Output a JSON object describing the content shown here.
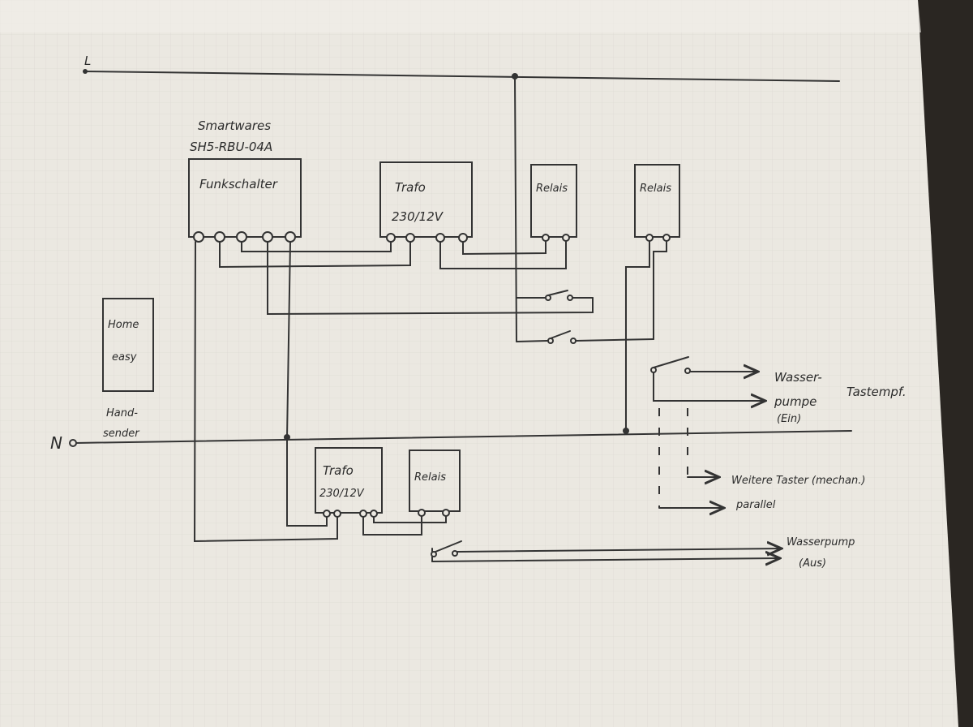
{
  "rails": {
    "phase": "L",
    "neutral": "N"
  },
  "devices": {
    "funkschalter": {
      "maker": "Smartwares",
      "model": "SH5-RBU-04A",
      "label": "Funkschalter"
    },
    "trafo_top": {
      "label": "Trafo",
      "rating": "230/12V"
    },
    "relais_1": {
      "label": "Relais"
    },
    "relais_2": {
      "label": "Relais"
    },
    "home_easy": {
      "line1": "Home",
      "line2": "easy"
    },
    "handsender": {
      "line1": "Hand-",
      "line2": "sender"
    },
    "trafo_bottom": {
      "label": "Trafo",
      "rating": "230/12V"
    },
    "relais_bottom": {
      "label": "Relais"
    }
  },
  "outputs": {
    "wasser_tastempf_1": "Wasser-",
    "wasser_tastempf_2": "Tastempf.",
    "pumpe": "pumpe",
    "ein": "(Ein)",
    "weitere_taster": "Weitere Taster (mechan.)",
    "parallel": "parallel",
    "wasserpump_aus_1": "Wasserpump",
    "wasserpump_aus_2": "(Aus)"
  }
}
